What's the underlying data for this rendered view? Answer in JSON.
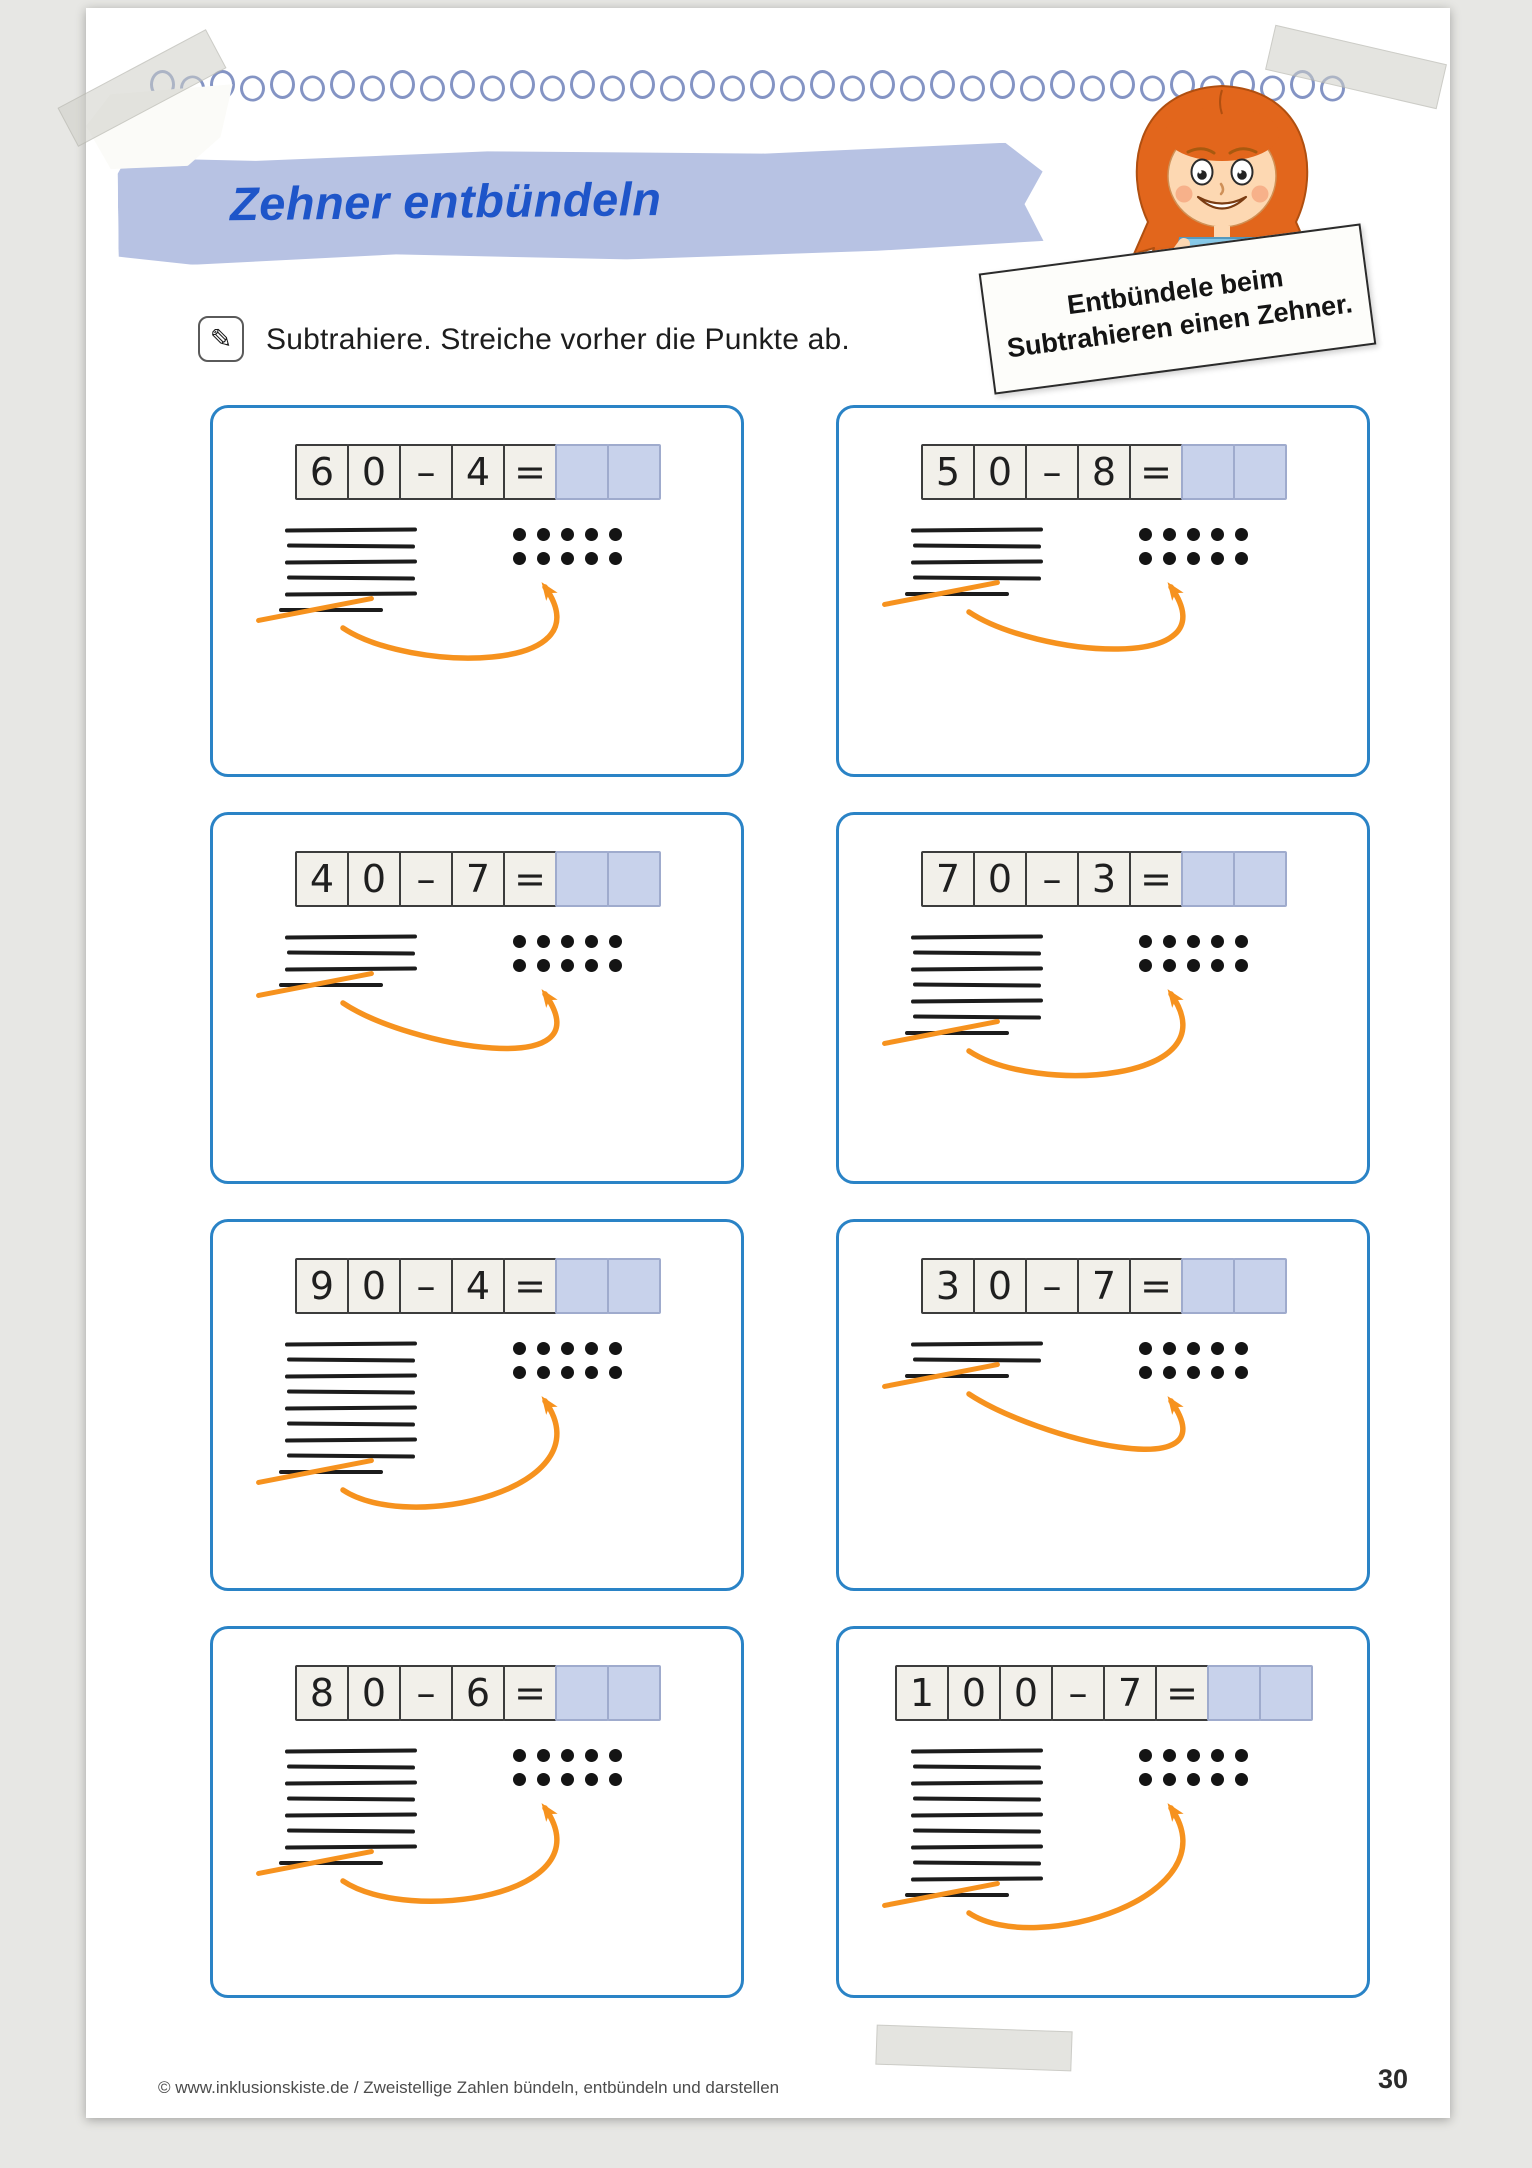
{
  "header": {
    "title": "Zehner entbündeln",
    "sign_line1": "Entbündele beim",
    "sign_line2": "Subtrahieren einen Zehner.",
    "instruction": "Subtrahiere. Streiche vorher die Punkte ab."
  },
  "icons": {
    "pencil": "✎"
  },
  "footer": {
    "credit": "© www.inklusionskiste.de / Zweistellige Zahlen bündeln, entbündeln und darstellen",
    "page_number": "30"
  },
  "colors": {
    "accent_orange": "#f6921e",
    "card_border_blue": "#2a83c6",
    "banner_blue": "#b7c2e3",
    "answer_box_blue": "#c8d2eb",
    "title_blue": "#1e55c9"
  },
  "tasks": [
    {
      "equation": "60 – 4 =",
      "cells": [
        "6",
        "0",
        "–",
        "4",
        "="
      ],
      "answer_boxes": 2,
      "tens_lines": 6,
      "crossed_lines": 1,
      "dot_rows": [
        5,
        5
      ]
    },
    {
      "equation": "50 – 8 =",
      "cells": [
        "5",
        "0",
        "–",
        "8",
        "="
      ],
      "answer_boxes": 2,
      "tens_lines": 5,
      "crossed_lines": 1,
      "dot_rows": [
        5,
        5
      ]
    },
    {
      "equation": "40 – 7 =",
      "cells": [
        "4",
        "0",
        "–",
        "7",
        "="
      ],
      "answer_boxes": 2,
      "tens_lines": 4,
      "crossed_lines": 1,
      "dot_rows": [
        5,
        5
      ]
    },
    {
      "equation": "70 – 3 =",
      "cells": [
        "7",
        "0",
        "–",
        "3",
        "="
      ],
      "answer_boxes": 2,
      "tens_lines": 7,
      "crossed_lines": 1,
      "dot_rows": [
        5,
        5
      ]
    },
    {
      "equation": "90 – 4 =",
      "cells": [
        "9",
        "0",
        "–",
        "4",
        "="
      ],
      "answer_boxes": 2,
      "tens_lines": 9,
      "crossed_lines": 1,
      "dot_rows": [
        5,
        5
      ]
    },
    {
      "equation": "30 – 7 =",
      "cells": [
        "3",
        "0",
        "–",
        "7",
        "="
      ],
      "answer_boxes": 2,
      "tens_lines": 3,
      "crossed_lines": 1,
      "dot_rows": [
        5,
        5
      ]
    },
    {
      "equation": "80 – 6 =",
      "cells": [
        "8",
        "0",
        "–",
        "6",
        "="
      ],
      "answer_boxes": 2,
      "tens_lines": 8,
      "crossed_lines": 1,
      "dot_rows": [
        5,
        5
      ]
    },
    {
      "equation": "100 – 7 =",
      "cells": [
        "1",
        "0",
        "0",
        "–",
        "7",
        "="
      ],
      "answer_boxes": 2,
      "tens_lines": 10,
      "crossed_lines": 1,
      "dot_rows": [
        5,
        5
      ]
    }
  ]
}
